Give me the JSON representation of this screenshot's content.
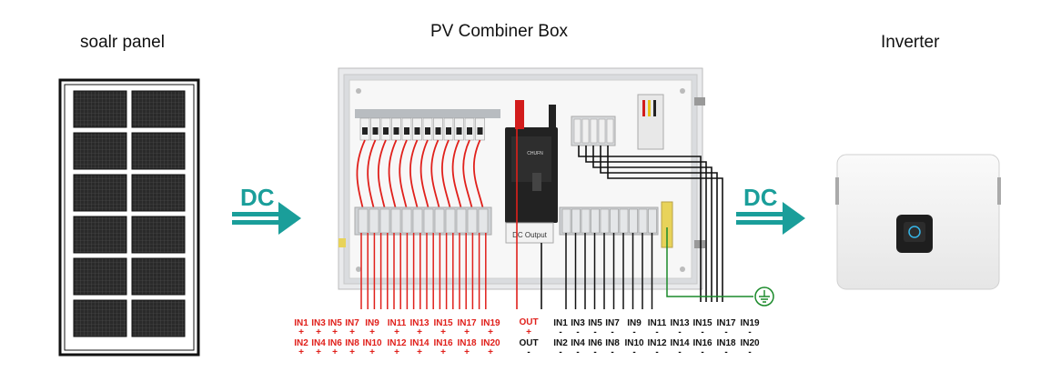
{
  "titles": {
    "solar_panel": "soalr panel",
    "combiner_box": "PV Combiner Box",
    "inverter": "Inverter"
  },
  "arrows": {
    "left": "DC",
    "right": "DC"
  },
  "breaker": {
    "top_text": "CHUFN",
    "bottom_text": "DC Output"
  },
  "labels": {
    "left_odd": [
      "IN1",
      "IN3",
      "IN5",
      "IN7",
      "IN9",
      "IN11",
      "IN13",
      "IN15",
      "IN17",
      "IN19"
    ],
    "left_even": [
      "IN2",
      "IN4",
      "IN6",
      "IN8",
      "IN10",
      "IN12",
      "IN14",
      "IN16",
      "IN18",
      "IN20"
    ],
    "plus": "+",
    "minus": "-",
    "out": "OUT",
    "right_odd": [
      "IN1",
      "IN3",
      "IN5",
      "IN7",
      "IN9",
      "IN11",
      "IN13",
      "IN15",
      "IN17",
      "IN19"
    ],
    "right_even": [
      "IN2",
      "IN4",
      "IN6",
      "IN8",
      "IN10",
      "IN12",
      "IN14",
      "IN16",
      "IN18",
      "IN20"
    ]
  },
  "colors": {
    "positive": "#e0201b",
    "negative": "#111111",
    "ground": "#1a8a2a",
    "arrow": "#1a9e9a"
  }
}
